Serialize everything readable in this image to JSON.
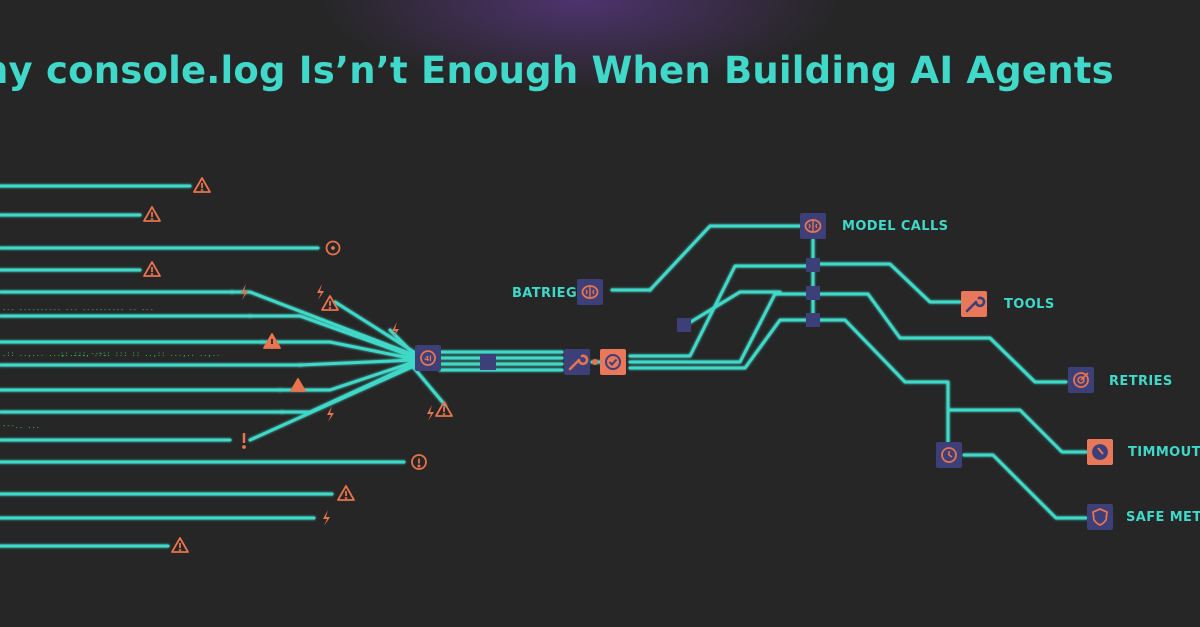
{
  "title": "hy console.log Is’n’t Enough When Building AI Agents",
  "colors": {
    "background": "#262626",
    "glow": "#703eaa",
    "line": "#3fd8c8",
    "title": "#40d8c8",
    "warning": "#e8734f",
    "node_navy": "#3c3f78",
    "node_orange": "#e9785a",
    "log_text": "#38c460"
  },
  "log_fragments": [
    "--- ---------- --- ---------- -- ---",
    ".:: ..,...  ...,  .:::  ---.",
    ":: ..., .:::  :::  :: ..,:: ...,..  ..,..",
    "---.. ..."
  ],
  "labels": {
    "batrieg": "BATRIEG",
    "model_calls": "MODEL CALLS",
    "tools": "TOOLS",
    "retries": "RETRIES",
    "timmouts": "TIMMOUTS",
    "safe_meted": "SAFE METED"
  },
  "icons": {
    "hub": "ai-chip-icon",
    "wrench": "wrench-icon",
    "check": "checkmark-icon",
    "brain": "brain-icon",
    "clock": "clock-icon",
    "target": "target-icon",
    "shield": "shield-icon",
    "warning": "warning-triangle-icon",
    "lightning": "lightning-bolt-icon",
    "alert": "alert-circle-icon"
  }
}
